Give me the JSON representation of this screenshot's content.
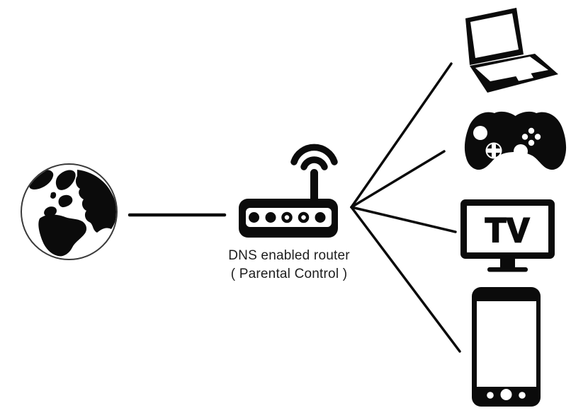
{
  "diagram": {
    "type": "network-topology",
    "colors": {
      "background": "#ffffff",
      "foreground": "#0b0b0b",
      "globe_outline": "#3a3a3a",
      "label_text": "#1d1d1d"
    },
    "nodes": {
      "internet": {
        "icon": "globe-icon"
      },
      "router": {
        "icon": "wifi-router-icon",
        "label_line1": "DNS enabled router",
        "label_line2": "( Parental Control )"
      },
      "devices": [
        {
          "id": "laptop",
          "icon": "laptop-icon"
        },
        {
          "id": "game-controller",
          "icon": "game-controller-icon"
        },
        {
          "id": "tv",
          "icon": "tv-icon",
          "screen_text": "TV"
        },
        {
          "id": "smartphone",
          "icon": "smartphone-icon"
        }
      ]
    },
    "connections": [
      {
        "from": "internet",
        "to": "router"
      },
      {
        "from": "router",
        "to": "laptop"
      },
      {
        "from": "router",
        "to": "game-controller"
      },
      {
        "from": "router",
        "to": "tv"
      },
      {
        "from": "router",
        "to": "smartphone"
      }
    ]
  }
}
